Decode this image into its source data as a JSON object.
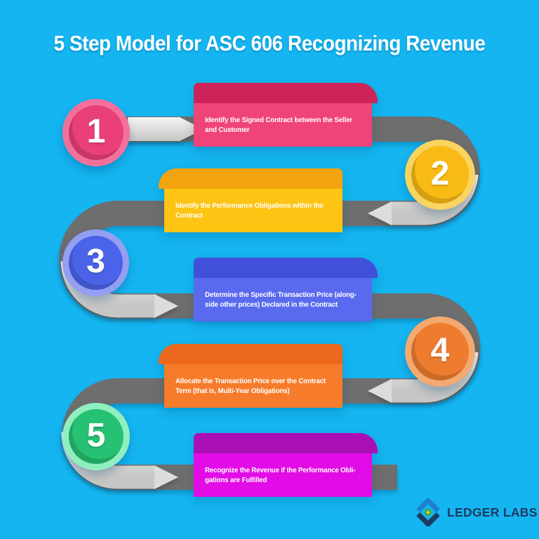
{
  "title": "5 Step Model for ASC 606 Recognizing Revenue",
  "steps": [
    {
      "number": "1",
      "label_line1": "Identify the Signed Contract between the Seller",
      "label_line2": "and Customer",
      "circle_ring_color": "#f4709c",
      "circle_fill_color": "#e84077",
      "band_color": "#cc2458",
      "body_color": "#ef4478"
    },
    {
      "number": "2",
      "label_line1": "Identify the Performance Obligations within the",
      "label_line2": "Contract",
      "circle_ring_color": "#f9d45f",
      "circle_fill_color": "#f8ba14",
      "band_color": "#f2a30d",
      "body_color": "#fdc414"
    },
    {
      "number": "3",
      "label_line1": "Determine the Specific Transaction Price (along-",
      "label_line2": "side other prices) Declared in the Contract",
      "circle_ring_color": "#93a0f2",
      "circle_fill_color": "#4b63e9",
      "band_color": "#4150d8",
      "body_color": "#5a6aee"
    },
    {
      "number": "4",
      "label_line1": "Allocate the Transaction Price over the Contract",
      "label_line2": "Term (that is, Multi-Year Obligations)",
      "circle_ring_color": "#f3a96f",
      "circle_fill_color": "#ee7c2e",
      "band_color": "#ec681c",
      "body_color": "#f67b2b"
    },
    {
      "number": "5",
      "label_line1": "Recognize the Revenue if the Performance Obli-",
      "label_line2": "gations are Fulfilled",
      "circle_ring_color": "#90efc0",
      "circle_fill_color": "#26c172",
      "band_color": "#a90fb2",
      "body_color": "#e20ce6"
    }
  ],
  "colors": {
    "background": "#14b5f0",
    "title_text": "#ffffff",
    "road": "#6e6e6e",
    "arrow_light": "#f5f5f3",
    "arrow_dark": "#c6c6c4",
    "arrow_mid": "#dcdcda"
  },
  "logo": {
    "text": "LEDGER LABS",
    "text_color": "#1d3a5f",
    "icon_light_blue": "#1e7fd0",
    "icon_navy": "#1c3c63",
    "icon_green": "#3fae49",
    "icon_yellow": "#f5d327"
  }
}
